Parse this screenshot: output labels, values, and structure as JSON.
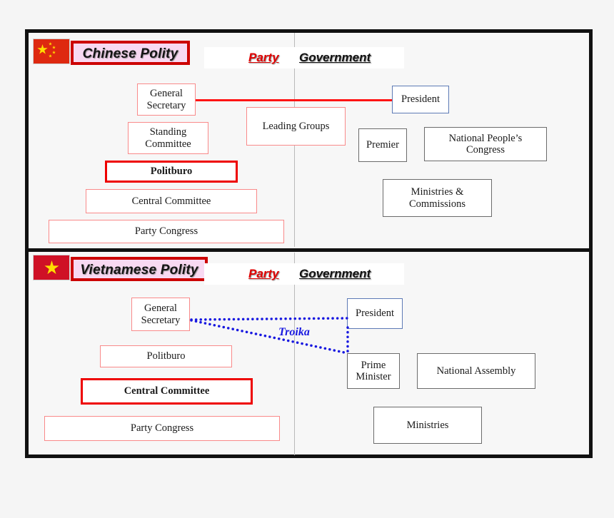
{
  "diagram": {
    "title": "Chinese and Vietnamese Polity Structure Comparison",
    "colors": {
      "party_accent": "#e00000",
      "party_box_border": "#f98a8a",
      "party_box_border_highlight": "#ee0000",
      "gov_box_border": "#6b6b6b",
      "president_box_border": "#5d7ab5",
      "troika_line": "#1818e0",
      "title_chip_bg": "#f8d9f2",
      "title_chip_border": "#cc0000",
      "frame": "#111111",
      "background": "#f5f5f5",
      "flag_cn_red": "#de2910",
      "flag_vn_red": "#cf1126",
      "flag_star_yellow": "#ffde00"
    }
  },
  "panels": [
    {
      "id": "china",
      "flag": "china-flag-icon",
      "polity_title": "Chinese Polity",
      "column_headers": {
        "party": "Party",
        "government": "Government"
      },
      "party_nodes": [
        {
          "label": "General\nSecretary",
          "lines": [
            "General",
            "Secretary"
          ],
          "highlight": false
        },
        {
          "label": "Standing\nCommittee",
          "lines": [
            "Standing",
            "Committee"
          ],
          "highlight": false
        },
        {
          "label": "Politburo",
          "lines": [
            "Politburo"
          ],
          "highlight": true
        },
        {
          "label": "Central Committee",
          "lines": [
            "Central Committee"
          ],
          "highlight": false
        },
        {
          "label": "Party Congress",
          "lines": [
            "Party Congress"
          ],
          "highlight": false
        }
      ],
      "straddle_nodes": [
        {
          "label": "Leading Groups",
          "lines": [
            "Leading Groups"
          ]
        }
      ],
      "gov_nodes": [
        {
          "label": "President",
          "lines": [
            "President"
          ],
          "style": "president"
        },
        {
          "label": "Premier",
          "lines": [
            "Premier"
          ],
          "style": "normal"
        },
        {
          "label": "National People’s Congress",
          "lines": [
            "National People’s",
            "Congress"
          ],
          "style": "normal"
        },
        {
          "label": "Ministries & Commissions",
          "lines": [
            "Ministries &",
            "Commissions"
          ],
          "style": "normal"
        }
      ],
      "connectors": [
        {
          "type": "red-line",
          "from": "General Secretary",
          "to": "President"
        }
      ]
    },
    {
      "id": "vietnam",
      "flag": "vietnam-flag-icon",
      "polity_title": "Vietnamese Polity",
      "column_headers": {
        "party": "Party",
        "government": "Government"
      },
      "party_nodes": [
        {
          "label": "General\nSecretary",
          "lines": [
            "General",
            "Secretary"
          ],
          "highlight": false
        },
        {
          "label": "Politburo",
          "lines": [
            "Politburo"
          ],
          "highlight": false
        },
        {
          "label": "Central Committee",
          "lines": [
            "Central Committee"
          ],
          "highlight": true
        },
        {
          "label": "Party Congress",
          "lines": [
            "Party Congress"
          ],
          "highlight": false
        }
      ],
      "straddle_nodes": [],
      "gov_nodes": [
        {
          "label": "President",
          "lines": [
            "President"
          ],
          "style": "president"
        },
        {
          "label": "Prime Minister",
          "lines": [
            "Prime",
            "Minister"
          ],
          "style": "normal"
        },
        {
          "label": "National Assembly",
          "lines": [
            "National Assembly"
          ],
          "style": "normal"
        },
        {
          "label": "Ministries",
          "lines": [
            "Ministries"
          ],
          "style": "normal"
        }
      ],
      "connectors": [
        {
          "type": "troika",
          "label": "Troika",
          "members": [
            "General Secretary",
            "President",
            "Prime Minister"
          ]
        }
      ]
    }
  ],
  "labels": {
    "troika": "Troika"
  }
}
